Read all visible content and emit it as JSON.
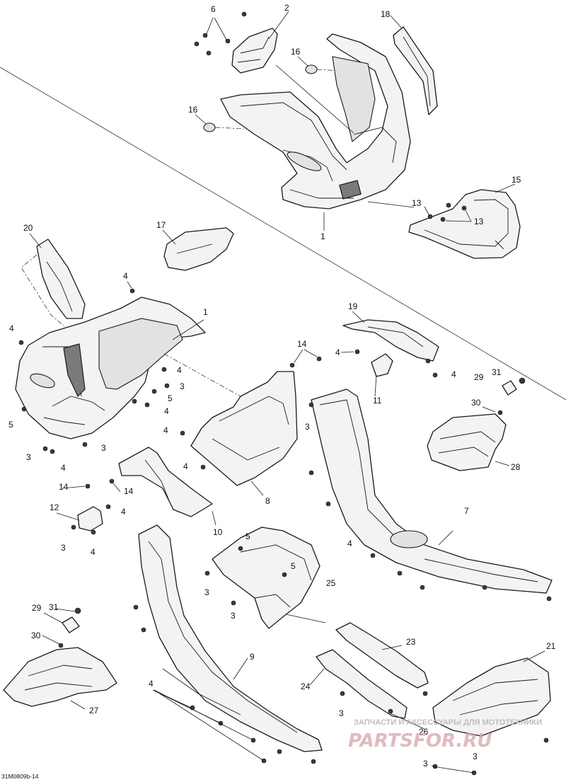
{
  "diagram": {
    "reference_code": "31M0809b-14",
    "callouts": [
      {
        "id": "c6",
        "text": "6"
      },
      {
        "id": "c2",
        "text": "2"
      },
      {
        "id": "c18",
        "text": "18"
      },
      {
        "id": "c16a",
        "text": "16"
      },
      {
        "id": "c16b",
        "text": "16"
      },
      {
        "id": "c1a",
        "text": "1"
      },
      {
        "id": "c15",
        "text": "15"
      },
      {
        "id": "c13a",
        "text": "13"
      },
      {
        "id": "c13b",
        "text": "13"
      },
      {
        "id": "c17",
        "text": "17"
      },
      {
        "id": "c20",
        "text": "20"
      },
      {
        "id": "c4a",
        "text": "4"
      },
      {
        "id": "c1b",
        "text": "1"
      },
      {
        "id": "c4b",
        "text": "4"
      },
      {
        "id": "c4c",
        "text": "4"
      },
      {
        "id": "c3a",
        "text": "3"
      },
      {
        "id": "c5a",
        "text": "5"
      },
      {
        "id": "c4d",
        "text": "4"
      },
      {
        "id": "c5b",
        "text": "5"
      },
      {
        "id": "c3b",
        "text": "3"
      },
      {
        "id": "c3c",
        "text": "3"
      },
      {
        "id": "c4e",
        "text": "4"
      },
      {
        "id": "c19",
        "text": "19"
      },
      {
        "id": "c14a",
        "text": "14"
      },
      {
        "id": "c4f",
        "text": "4"
      },
      {
        "id": "c4g",
        "text": "4"
      },
      {
        "id": "c11",
        "text": "11"
      },
      {
        "id": "c29a",
        "text": "29"
      },
      {
        "id": "c31a",
        "text": "31"
      },
      {
        "id": "c30a",
        "text": "30"
      },
      {
        "id": "c3d",
        "text": "3"
      },
      {
        "id": "c28",
        "text": "28"
      },
      {
        "id": "c4h",
        "text": "4"
      },
      {
        "id": "c4i",
        "text": "4"
      },
      {
        "id": "c14b",
        "text": "14"
      },
      {
        "id": "c14c",
        "text": "14"
      },
      {
        "id": "c8",
        "text": "8"
      },
      {
        "id": "c12",
        "text": "12"
      },
      {
        "id": "c4j",
        "text": "4"
      },
      {
        "id": "c3e",
        "text": "3"
      },
      {
        "id": "c4k",
        "text": "4"
      },
      {
        "id": "c10",
        "text": "10"
      },
      {
        "id": "c7",
        "text": "7"
      },
      {
        "id": "c5c",
        "text": "5"
      },
      {
        "id": "c4l",
        "text": "4"
      },
      {
        "id": "c5d",
        "text": "5"
      },
      {
        "id": "c3f",
        "text": "3"
      },
      {
        "id": "c25",
        "text": "25"
      },
      {
        "id": "c3g",
        "text": "3"
      },
      {
        "id": "c31b",
        "text": "31"
      },
      {
        "id": "c29b",
        "text": "29"
      },
      {
        "id": "c30b",
        "text": "30"
      },
      {
        "id": "c9",
        "text": "9"
      },
      {
        "id": "c23",
        "text": "23"
      },
      {
        "id": "c21",
        "text": "21"
      },
      {
        "id": "c24",
        "text": "24"
      },
      {
        "id": "c4m",
        "text": "4"
      },
      {
        "id": "c27",
        "text": "27"
      },
      {
        "id": "c3h",
        "text": "3"
      },
      {
        "id": "c26",
        "text": "26"
      },
      {
        "id": "c3i",
        "text": "3"
      },
      {
        "id": "c3j",
        "text": "3"
      }
    ]
  },
  "watermark": {
    "tagline": "ЗАПЧАСТИ И АКСЕССУАРЫ ДЛЯ МОТОТЕХНИКИ",
    "brand": "PARTSFOR.RU"
  }
}
